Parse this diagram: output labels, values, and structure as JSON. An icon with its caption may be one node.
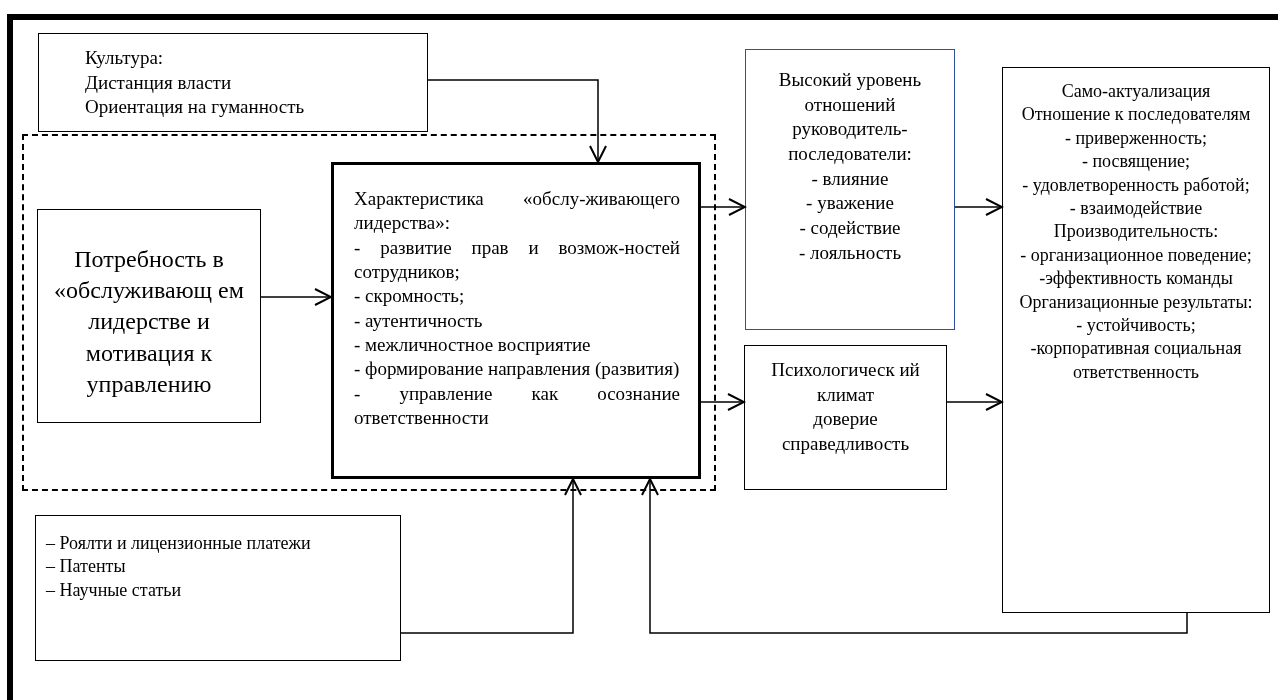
{
  "diagram": {
    "nodes": [
      {
        "text": [
          "Культура:",
          "Дистанция власти",
          "Ориентация на гуманность"
        ]
      },
      {
        "text": [],
        "shape": "box"
      },
      {
        "text": [
          "Потребность в «обслуживающ ем лидерстве и мотивация к управлению"
        ],
        "in": 1
      },
      {
        "text": [
          "Характеристика «обслу-живающего лидерства»:",
          "- развитие прав и возмож-ностей сотрудников;",
          "- скромность;",
          "- аутентичность",
          "- межличностное восприятие",
          "- формирование направления (развития)",
          "- управление как осознание ответственности"
        ],
        "in": 1
      },
      {
        "text": [
          "Высокий уровень отношений руководитель-последователи:",
          "- влияние",
          "- уважение",
          "- содействие",
          "- лояльность"
        ]
      },
      {
        "text": [
          "Психологическ ий",
          "климат",
          "доверие",
          "справедливость"
        ]
      },
      {
        "text": [
          "Само-актуализация",
          "Отношение к последователям",
          "- приверженность;",
          "- посвящение;",
          "- удовлетворенность работой;",
          "- взаимодействие",
          "Производительность:",
          "- организационное поведение;",
          "-эффективность команды",
          "Организационные результаты:",
          "- устойчивость;",
          "-корпоративная социальная ответственность"
        ]
      },
      {
        "text": [
          "– Роялти и лицензионные платежи",
          "– Патенты",
          "– Научные статьи"
        ]
      }
    ],
    "edges": [
      {
        "from": 0,
        "to": 3,
        "arrow": "to"
      },
      {
        "from": 2,
        "to": 3,
        "arrow": "to"
      },
      {
        "from": 3,
        "to": 4,
        "arrow": "to"
      },
      {
        "from": 3,
        "to": 5,
        "arrow": "to"
      },
      {
        "from": 4,
        "to": 6,
        "arrow": "to"
      },
      {
        "from": 5,
        "to": 6,
        "arrow": "to"
      },
      {
        "from": 7,
        "to": 3,
        "arrow": "to"
      },
      {
        "from": 6,
        "to": 3,
        "arrow": "to"
      }
    ]
  }
}
